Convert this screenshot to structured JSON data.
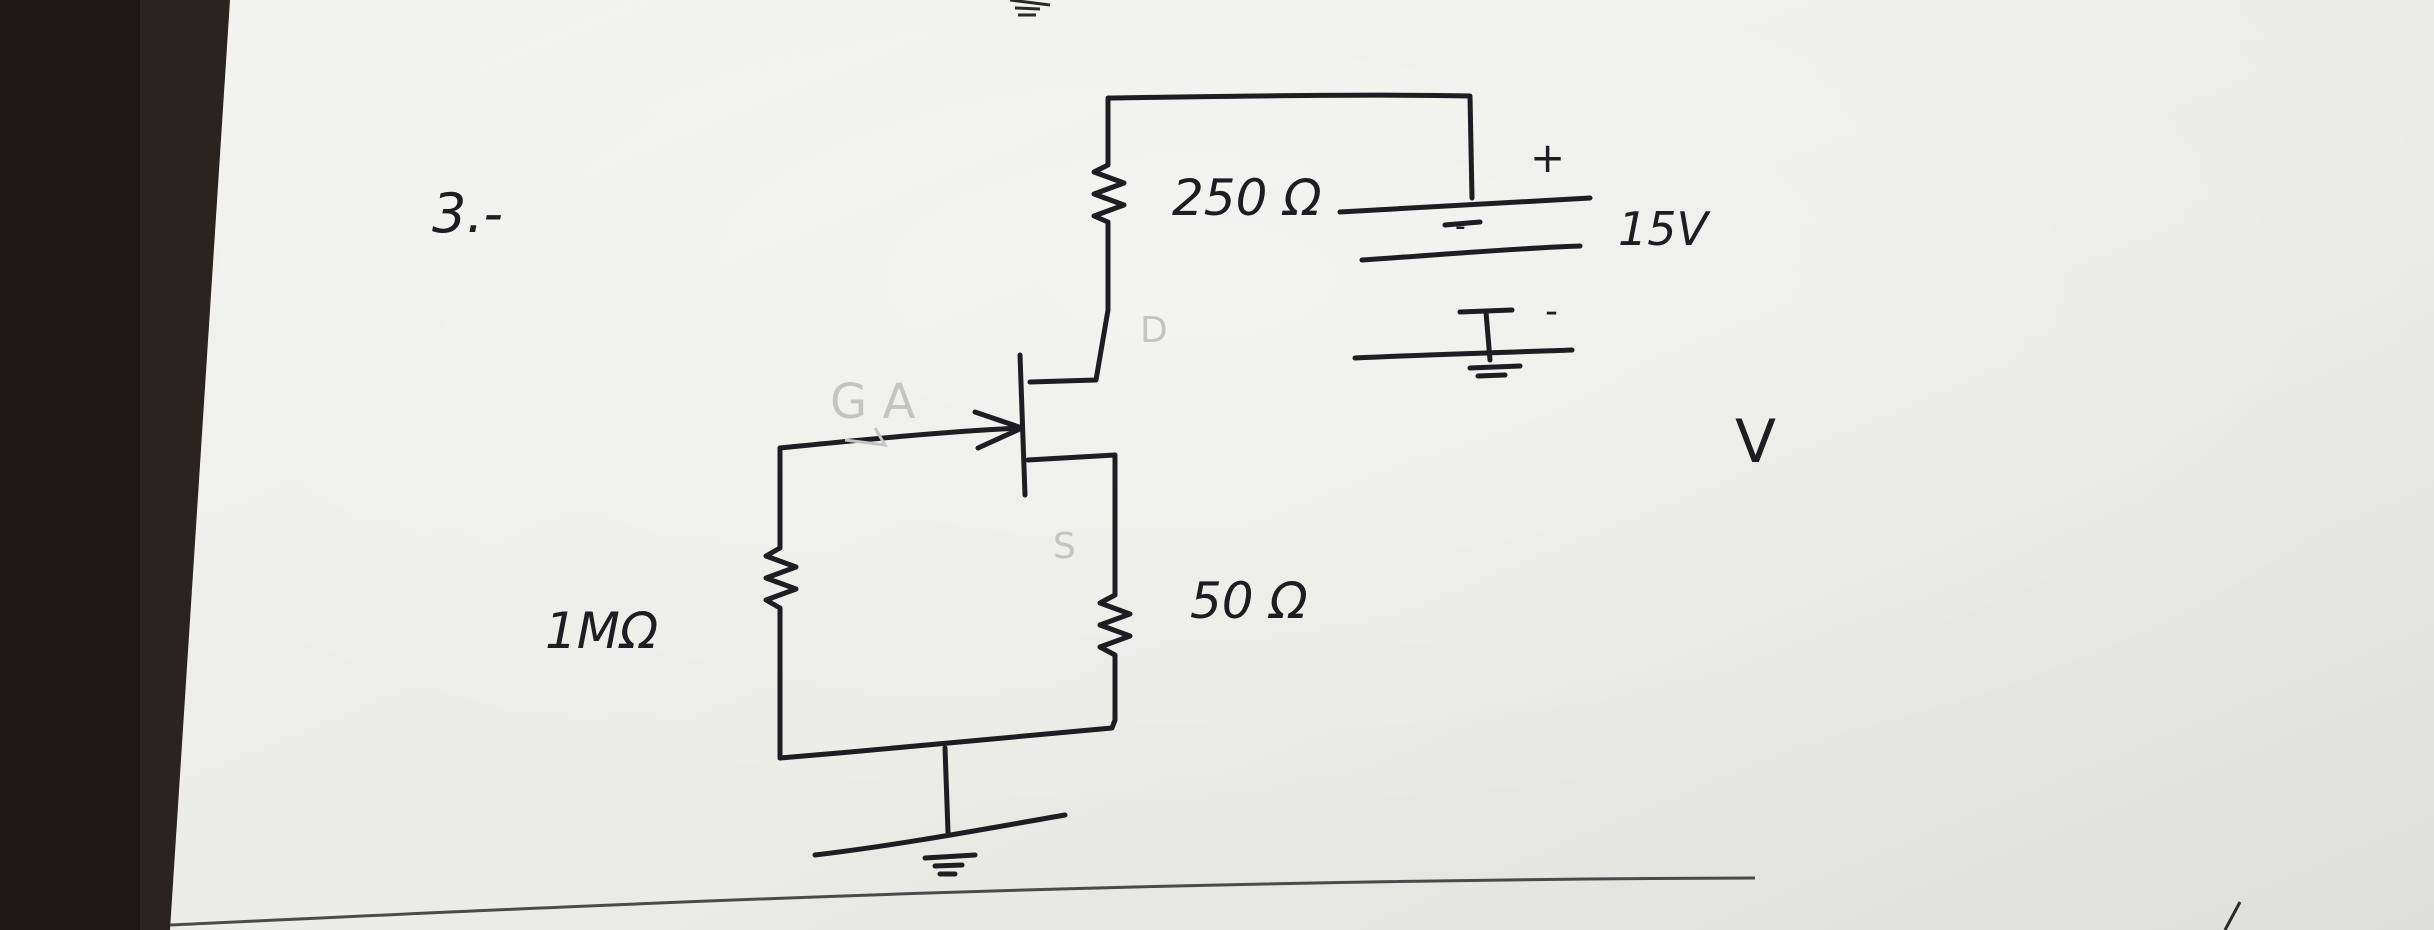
{
  "problem_number": "3.-",
  "components": {
    "drain_resistor": "250 Ω",
    "source_resistor": "50 Ω",
    "gate_resistor": "1MΩ",
    "supply_voltage": "15V",
    "supply_plus": "+",
    "supply_minus": "-",
    "supply_minus_lower": "I -"
  },
  "pencil_labels": {
    "drain": "D",
    "gate": "G A",
    "source": "S",
    "answer_mark": "V"
  },
  "colors": {
    "paper": "#ececea",
    "ink": "#1d1d22",
    "pencil": "#c4c4c4",
    "background": "#2a2420"
  }
}
